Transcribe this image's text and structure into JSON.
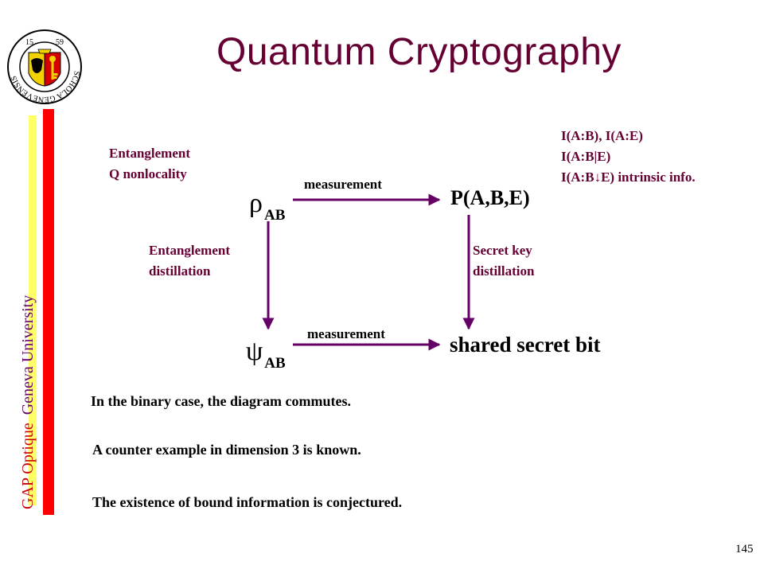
{
  "title": "Quantum Cryptography",
  "side": {
    "gap_optique": "GAP Optique",
    "university": "Geneva University"
  },
  "seal": {
    "year_left": "15",
    "year_right": "59",
    "motto": "SCHOLA GENEVENSIS"
  },
  "labels": {
    "entanglement": "Entanglement",
    "q_nonlocality": "Q nonlocality",
    "info_1": "I(A:B),    I(A:E)",
    "info_2": "I(A:B|E)",
    "info_3a": "I(A:B",
    "info_3b": "E)  intrinsic info.",
    "measurement_top": "measurement",
    "measurement_bottom": "measurement",
    "ent_dist_1": "Entanglement",
    "ent_dist_2": "distillation",
    "sec_dist_1": "Secret key",
    "sec_dist_2": "distillation"
  },
  "nodes": {
    "rho": "ρ",
    "rho_sub": "AB",
    "psi": "ψ",
    "psi_sub": "AB",
    "p_abe": "P(A,B,E)",
    "shared_bit": "shared secret bit"
  },
  "statements": [
    "In the binary case, the diagram commutes.",
    "A counter example in dimension 3 is known.",
    "The existence of bound information is conjectured."
  ],
  "page_number": "145",
  "colors": {
    "title": "#660033",
    "arrow": "#660066",
    "red_bar": "#ff0000",
    "yellow_bar": "#ffff66"
  }
}
